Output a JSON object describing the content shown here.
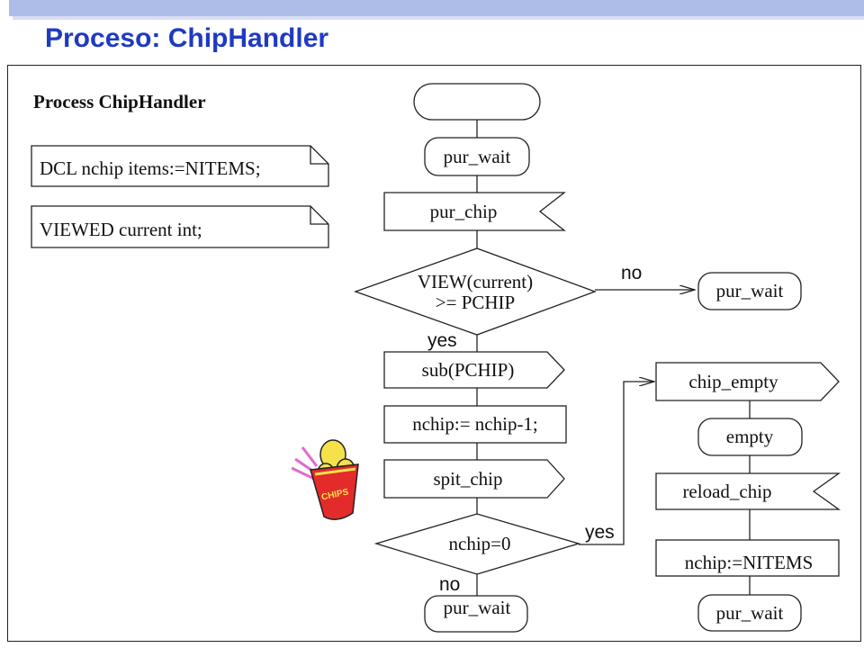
{
  "slide": {
    "title": "Proceso: ChipHandler"
  },
  "process": {
    "heading": "Process ChipHandler"
  },
  "declarations": {
    "dcl": "DCL nchip items:=NITEMS;",
    "viewed": "VIEWED current int;"
  },
  "flow": {
    "state_top": "pur_wait",
    "input_pur_chip": "pur_chip",
    "decision_view": {
      "line1": "VIEW(current)",
      "line2": ">= PCHIP",
      "no_label": "no",
      "yes_label": "yes"
    },
    "state_no_branch": "pur_wait",
    "output_sub": "sub(PCHIP)",
    "task_decrement": "nchip:= nchip-1;",
    "output_spit": "spit_chip",
    "decision_nchip": {
      "text": "nchip=0",
      "yes_label": "yes",
      "no_label": "no"
    },
    "state_bottom": "pur_wait",
    "output_chip_empty": "chip_empty",
    "state_empty": "empty",
    "input_reload": "reload_chip",
    "task_reset": "nchip:=NITEMS",
    "state_right_bottom": "pur_wait"
  },
  "clipart": {
    "icon": "chips-bag-icon",
    "lettering": "CHIPS"
  },
  "colors": {
    "title": "#1f3ac2",
    "topbar": "#aebde8",
    "chips_red": "#e32b2b",
    "chips_yellow": "#f5e14a"
  }
}
